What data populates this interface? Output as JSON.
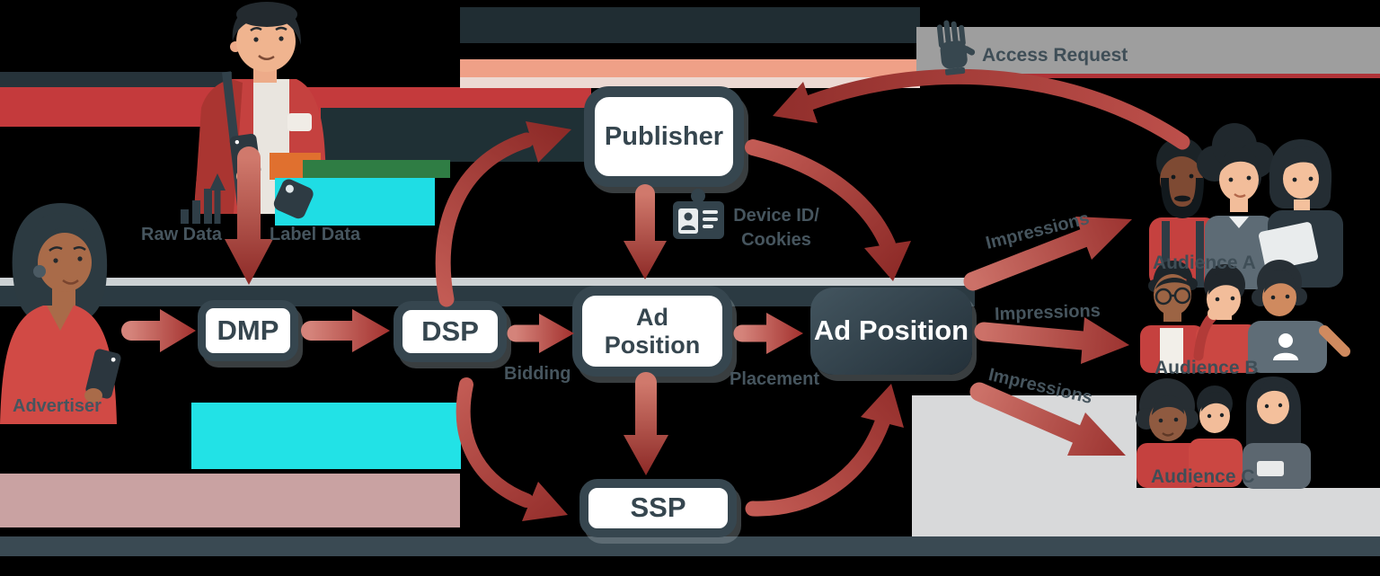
{
  "nodes": {
    "dmp": "DMP",
    "dsp": "DSP",
    "ad_position_source": "Ad Position",
    "publisher": "Publisher",
    "ad_position_target": "Ad Position",
    "ssp": "SSP"
  },
  "edge_labels": {
    "raw_data": "Raw Data",
    "label_data": "Label Data",
    "bidding": "Bidding",
    "placement": "Placement",
    "device_id_line1": "Device ID/",
    "device_id_line2": "Cookies",
    "access_request": "Access Request",
    "impressions_to_audience_a": "Impressions",
    "impressions_to_audience_b": "Impressions",
    "impressions_to_audience_c": "Impressions"
  },
  "actors": {
    "advertiser": "Advertiser",
    "audience_a": "Audience A",
    "audience_b": "Audience B",
    "audience_c": "Audience C"
  },
  "colors": {
    "node_border": "#36464f",
    "node_text": "#36464f",
    "dark_node_fill": "#2c3b44",
    "arrow_light": "#d0796c",
    "arrow_dark": "#8e2b28",
    "label_text": "#46555e",
    "red_clothing": "#c5413f"
  }
}
